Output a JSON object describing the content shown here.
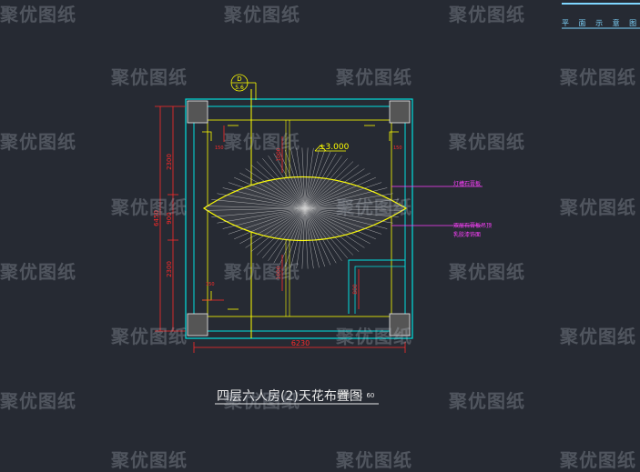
{
  "watermark": "聚优图纸",
  "drawing": {
    "title": "四层六人房(2)天花布置图",
    "scale": "比例：1：60",
    "legend_label": "平 面 示 意 图",
    "section_marker": {
      "top": "D",
      "bottom": "5.6"
    },
    "elevation_label": "±3.000",
    "annotations": [
      "灯槽石膏板",
      "双层石膏板吊顶",
      "乳胶漆饰面"
    ],
    "dimensions": {
      "overall_width": "6230",
      "overall_height": "6450",
      "left_upper": "2300",
      "left_middle": "900",
      "left_lower": "2300",
      "corner": "150",
      "center_upper": "1000",
      "center_lower": "1000",
      "right_segment": "800"
    }
  },
  "colors": {
    "background": "#262a33",
    "wall": "#00e0e0",
    "dimension": "#ff2a2a",
    "ceiling": "#ffff00",
    "annotation": "#ff40ff",
    "hatch": "#d8d8d8",
    "title": "#e8e8e8"
  }
}
